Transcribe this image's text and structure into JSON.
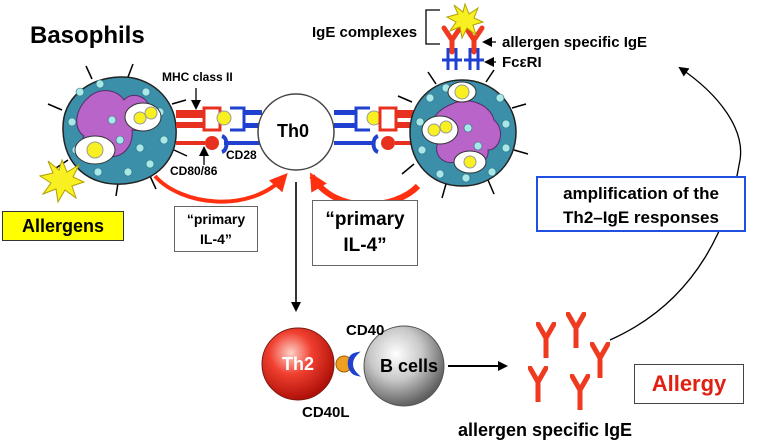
{
  "title": "Basophils",
  "labels": {
    "mhc": "MHC class II",
    "cd28": "CD28",
    "cd8086": "CD80/86",
    "ige_complexes": "IgE complexes",
    "allergen_specific_ige_top": "allergen specific IgE",
    "fceri": "FcεRI",
    "th0": "Th0",
    "th2": "Th2",
    "bcells": "B cells",
    "cd40": "CD40",
    "cd40l": "CD40L",
    "allergen_specific_ige_bottom": "allergen specific IgE"
  },
  "boxes": {
    "allergens": "Allergens",
    "primary_left_1": "“primary",
    "primary_left_2": "IL-4”",
    "primary_right_1": "“primary",
    "primary_right_2": "IL-4”",
    "amplification_1": "amplification of the",
    "amplification_2": "Th2–IgE responses",
    "allergy": "Allergy"
  },
  "colors": {
    "cell_fill": "#3c8fa8",
    "granule": "#a8e8e8",
    "nucleus": "#b864c8",
    "th2_red": "#e83020",
    "arrow_red": "#ff3010",
    "receptor_blue": "#2040d0",
    "allergen_yellow": "#f8f020",
    "allergens_box": "#ffff00",
    "amplification_border": "#2050e0",
    "allergy_text": "#e02010",
    "ige_red": "#f03a20"
  }
}
